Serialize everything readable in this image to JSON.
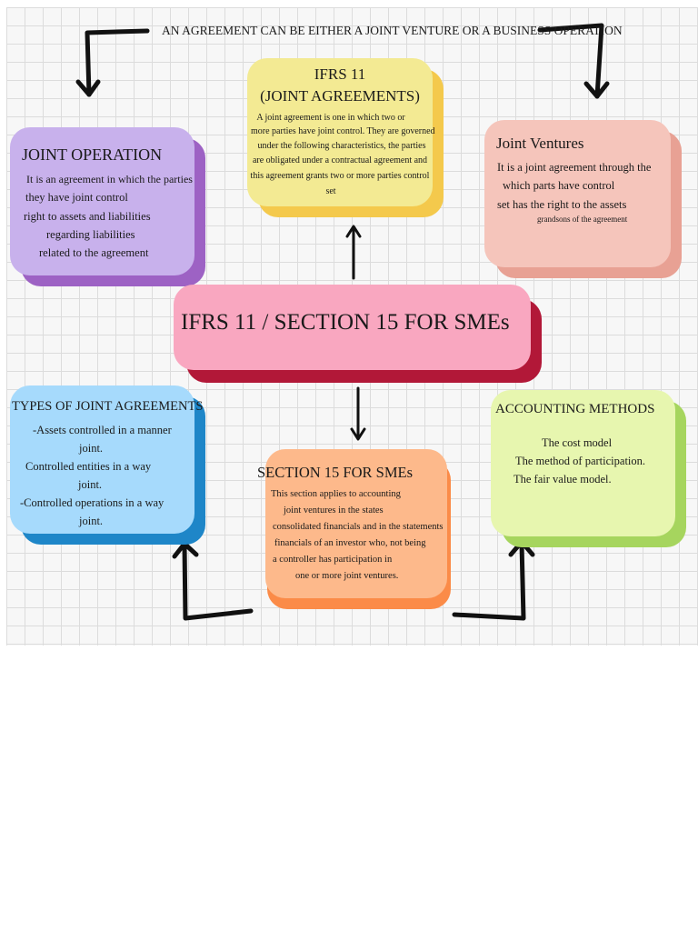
{
  "top_text": "AN AGREEMENT CAN BE EITHER A JOINT VENTURE OR A BUSINESS OPERATION",
  "ifrs11": {
    "title_line1": "IFRS 11",
    "title_line2": "(JOINT AGREEMENTS)",
    "lines": [
      "A joint agreement is one in which two or",
      "more parties have joint control. They are governed",
      "under the following characteristics, the parties",
      "are obligated under a contractual agreement and",
      "this agreement grants two or more parties control",
      "set"
    ]
  },
  "joint_operation": {
    "title": "JOINT OPERATION",
    "lines": [
      "It is an agreement in which the parties",
      "they have joint control",
      "right to assets and liabilities",
      "regarding liabilities",
      "related to the agreement"
    ]
  },
  "joint_ventures": {
    "title": "Joint Ventures",
    "lines": [
      "It is a joint agreement through the",
      "which parts have control",
      "set has the right to the assets"
    ],
    "small_line": "grandsons of the agreement"
  },
  "center": {
    "title": "IFRS 11 / SECTION 15 FOR SMEs"
  },
  "types": {
    "title": "TYPES OF JOINT AGREEMENTS",
    "lines": [
      "-Assets controlled in a manner",
      "joint.",
      "Controlled entities in a way",
      "joint.",
      "-Controlled operations in a way",
      "joint."
    ]
  },
  "section15": {
    "title": "SECTION 15 FOR SMEs",
    "lines": [
      "This section applies to accounting",
      "joint ventures in the states",
      "consolidated financials and in the statements",
      "financials of an investor who, not being",
      "a controller has participation in",
      "one or more joint ventures."
    ]
  },
  "accounting": {
    "title": "ACCOUNTING METHODS",
    "lines": [
      "The cost model",
      "The method of participation.",
      "The fair value model."
    ]
  },
  "colors": {
    "purple": "#c8b1ec",
    "purple_shadow": "#9d62c4",
    "yellow": "#f3ea93",
    "yellow_shadow": "#f4c94c",
    "salmon": "#f5c5bb",
    "salmon_shadow": "#e8a194",
    "pink": "#f9a7c0",
    "pink_shadow": "#b21838",
    "blue": "#a6dafc",
    "blue_shadow": "#1e86c8",
    "orange": "#fdb98b",
    "orange_shadow": "#fb8b48",
    "green": "#e7f6af",
    "green_shadow": "#a6d55e"
  }
}
